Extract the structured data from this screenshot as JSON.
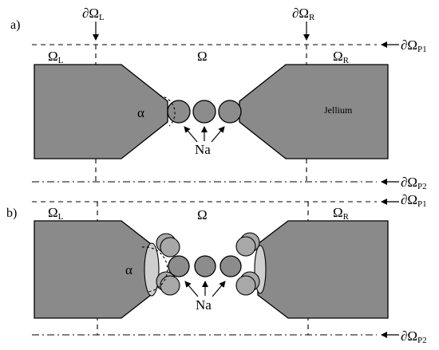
{
  "figure": {
    "panel_a": {
      "label": "a)",
      "domain_left": "Ω",
      "domain_left_sub": "L",
      "domain_center": "Ω",
      "domain_right": "Ω",
      "domain_right_sub": "R",
      "boundary_left": "∂Ω",
      "boundary_left_sub": "L",
      "boundary_right": "∂Ω",
      "boundary_right_sub": "R",
      "boundary_top": "∂Ω",
      "boundary_top_sub": "P1",
      "boundary_bottom": "∂Ω",
      "boundary_bottom_sub": "P2",
      "angle_label": "α",
      "atom_label": "Na",
      "jellium_label": "Jellium"
    },
    "panel_b": {
      "label": "b)",
      "domain_left": "Ω",
      "domain_left_sub": "L",
      "domain_center": "Ω",
      "domain_right": "Ω",
      "domain_right_sub": "R",
      "boundary_top": "∂Ω",
      "boundary_top_sub": "P1",
      "boundary_bottom": "∂Ω",
      "boundary_bottom_sub": "P2",
      "angle_label": "α",
      "atom_label": "Na"
    }
  }
}
